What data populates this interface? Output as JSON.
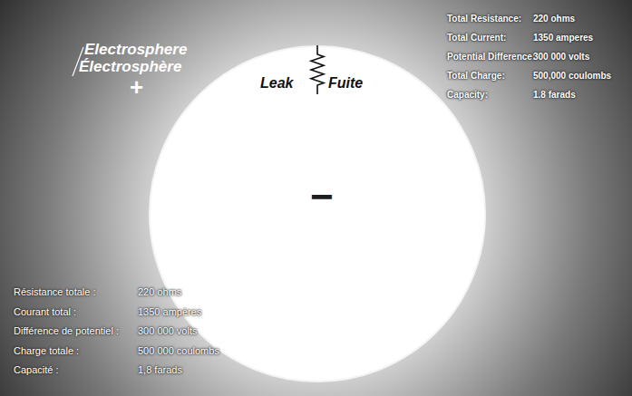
{
  "diagram": {
    "nodes": [
      {
        "text": [
          "Electrosphere",
          "Électrosphère",
          "+"
        ]
      },
      {
        "text": [
          "−"
        ],
        "in": 0
      }
    ],
    "edges": [
      {
        "from": 1,
        "to": 0,
        "arrow": "none"
      }
    ],
    "labels": [
      "Leak",
      "Fuite",
      "Total Resistance:",
      "220 ohms",
      "Total Current:",
      "1350 amperes",
      "Potential Difference:",
      "300 000 volts",
      "Total Charge:",
      "500,000 coulombs",
      "Capacity:",
      "1.8 farads",
      "Résistance totale :",
      "220 ohms",
      "Courant total :",
      "1350 ampères",
      "Différence de potentiel :",
      "300 000 volts",
      "Charge totale :",
      "500 000 coulombs",
      "Capacité :",
      "1,8 farads"
    ]
  }
}
